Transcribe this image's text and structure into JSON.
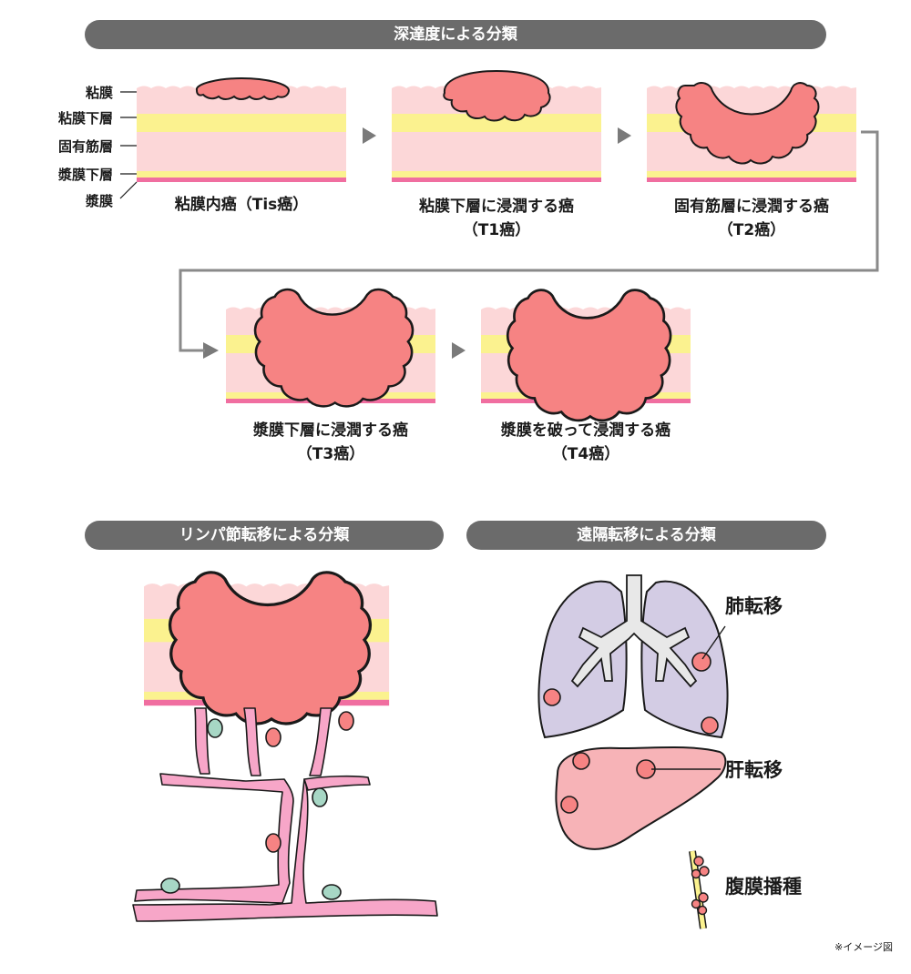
{
  "headers": {
    "depth": "深達度による分類",
    "lymph": "リンパ節転移による分類",
    "distant": "遠隔転移による分類"
  },
  "layers": [
    "粘膜",
    "粘膜下層",
    "固有筋層",
    "漿膜下層",
    "漿膜"
  ],
  "stages": [
    {
      "line1": "粘膜内癌（Tis癌）",
      "line2": ""
    },
    {
      "line1": "粘膜下層に浸潤する癌",
      "line2": "（T1癌）"
    },
    {
      "line1": "固有筋層に浸潤する癌",
      "line2": "（T2癌）"
    },
    {
      "line1": "漿膜下層に浸潤する癌",
      "line2": "（T3癌）"
    },
    {
      "line1": "漿膜を破って浸潤する癌",
      "line2": "（T4癌）"
    }
  ],
  "metastasis": {
    "lung": "肺転移",
    "liver": "肝転移",
    "peritoneum": "腹膜播種"
  },
  "note": "※イメージ図",
  "colors": {
    "mucosa": "#fcd7d8",
    "submucosa": "#fbf28f",
    "serosa": "#f06ea0",
    "tumor": "#f68383",
    "vessel": "#f7a6c8",
    "lung": "#d3cce4",
    "liver": "#f7b3b7",
    "header": "#6b6b6b"
  }
}
